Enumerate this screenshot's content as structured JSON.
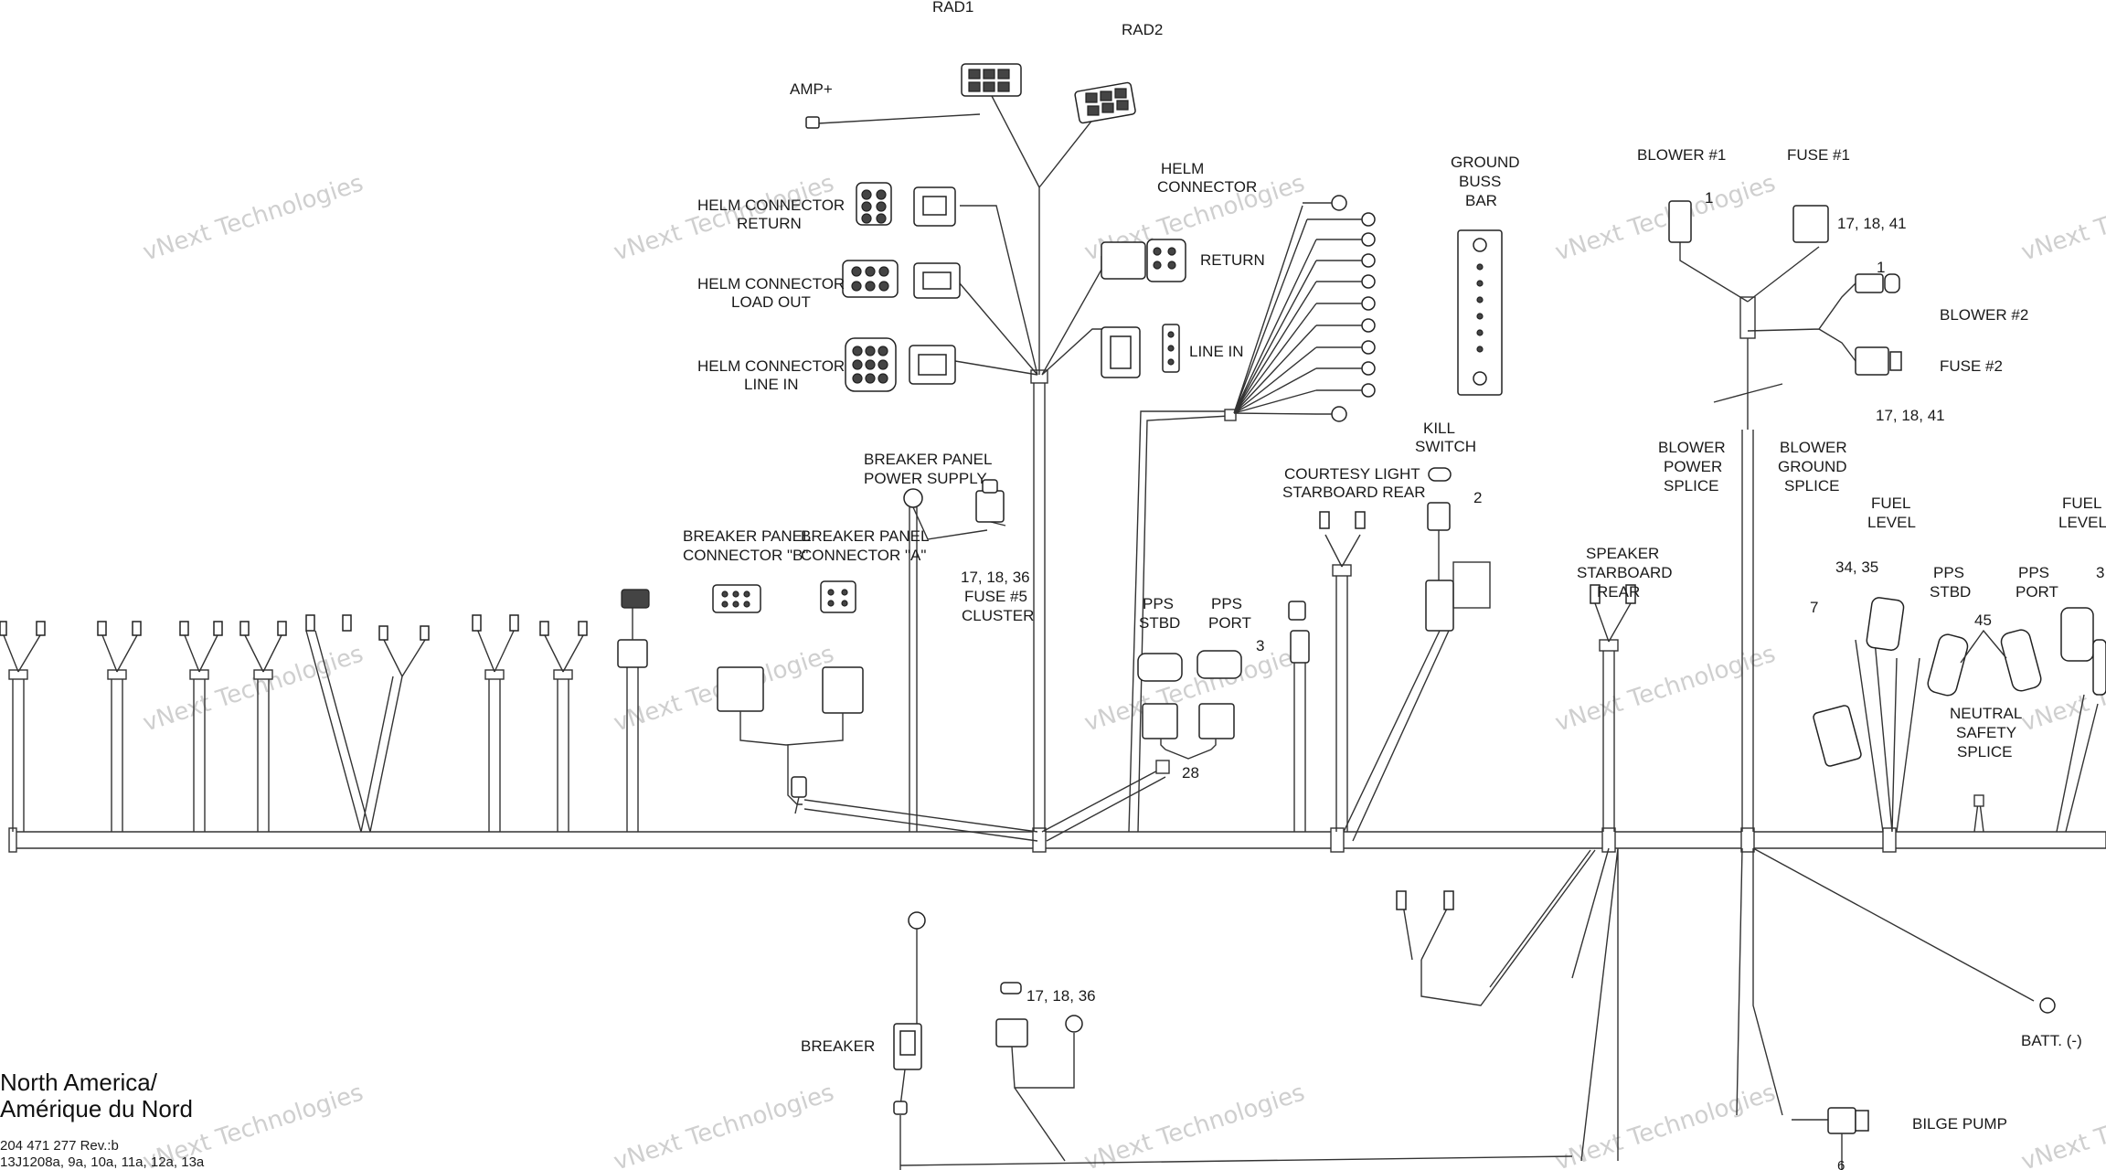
{
  "watermark": "vNext Technologies",
  "connectors": {
    "rad1": "RAD1",
    "rad2": "RAD2",
    "amp_plus": "AMP+",
    "helm_return_l1": "HELM CONNECTOR",
    "helm_return_l2": "RETURN",
    "helm_load_l1": "HELM CONNECTOR",
    "helm_load_l2": "LOAD OUT",
    "helm_linein_l1": "HELM CONNECTOR",
    "helm_linein_l2": "LINE IN",
    "helm_r_l1": "HELM",
    "helm_r_l2": "CONNECTOR",
    "return": "RETURN",
    "line_in": "LINE IN",
    "ground_bar_l1": "GROUND",
    "ground_bar_l2": "BUSS",
    "ground_bar_l3": "BAR",
    "kill_l1": "KILL",
    "kill_l2": "SWITCH",
    "courtesy_l1": "COURTESY LIGHT",
    "courtesy_l2": "STARBOARD REAR",
    "breaker_supply_l1": "BREAKER PANEL",
    "breaker_supply_l2": "POWER SUPPLY",
    "breaker_b_l1": "BREAKER PANEL",
    "breaker_b_l2": "CONNECTOR \"B\"",
    "breaker_a_l1": "BREAKER PANEL",
    "breaker_a_l2": "CONNECTOR \"A\"",
    "fuse5_num": "17, 18, 36",
    "fuse5_l1": "FUSE #5",
    "fuse5_l2": "CLUSTER",
    "pps_stbd_l1": "PPS",
    "pps_stbd_l2": "STBD",
    "pps_port_l1": "PPS",
    "pps_port_l2": "PORT",
    "num_28": "28",
    "num_3": "3",
    "num_2": "2",
    "blower1": "BLOWER #1",
    "fuse1": "FUSE #1",
    "num_1a": "1",
    "fuse1_num": "17, 18, 41",
    "num_1b": "1",
    "blower2": "BLOWER #2",
    "fuse2": "FUSE #2",
    "fuse2_num": "17, 18, 41",
    "blower_power_l1": "BLOWER",
    "blower_power_l2": "POWER",
    "blower_power_l3": "SPLICE",
    "blower_ground_l1": "BLOWER",
    "blower_ground_l2": "GROUND",
    "blower_ground_l3": "SPLICE",
    "speaker_l1": "SPEAKER",
    "speaker_l2": "STARBOARD",
    "speaker_l3": "REAR",
    "fuel_level_l1": "FUEL",
    "fuel_level_l2": "LEVEL",
    "fuel_level2_l1": "FUEL",
    "fuel_level2_l2": "LEVEL",
    "num_34_35": "34, 35",
    "num_7": "7",
    "pps_stbd2_l1": "PPS",
    "pps_stbd2_l2": "STBD",
    "pps_port2_l1": "PPS",
    "pps_port2_l2": "PORT",
    "num_45": "45",
    "num_3b": "3",
    "neutral_l1": "NEUTRAL",
    "neutral_l2": "SAFETY",
    "neutral_l3": "SPLICE",
    "breaker": "BREAKER",
    "breaker_num": "17, 18, 36",
    "batt": "BATT. (-)",
    "bilge": "BILGE PUMP",
    "num_6": "6"
  },
  "footer": {
    "region_l1": "North America/",
    "region_l2": "Amérique du Nord",
    "part_no": "204 471 277 Rev.:b",
    "models": "13J1208a, 9a, 10a, 11a, 12a, 13a"
  }
}
